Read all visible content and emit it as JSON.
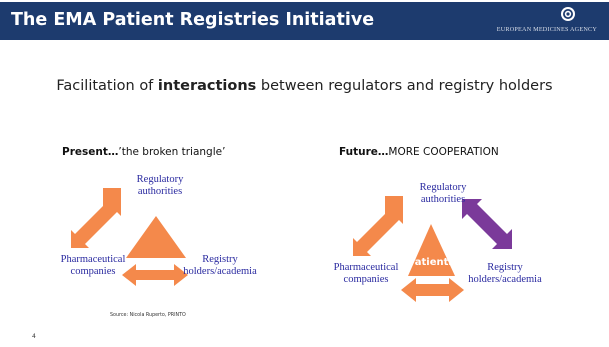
{
  "header": {
    "title": "The EMA Patient Registries Initiative",
    "agency": "EUROPEAN MEDICINES AGENCY"
  },
  "subtitle": {
    "pre": "Facilitation of ",
    "bold": "interactions",
    "post": " between regulators and registry holders"
  },
  "present": {
    "head_bold": "Present…",
    "head_rest": "’the broken triangle’",
    "regulatory": "Regulatory authorities",
    "pharma": "Pharmaceutical companies",
    "registry": "Registry holders/academia",
    "source": "Source:  Nicola Ruperto, PRINTO"
  },
  "future": {
    "head_bold": "Future…",
    "head_rest": "MORE COOPERATION",
    "regulatory": "Regulatory authorities",
    "pharma": "Pharmaceutical companies",
    "registry": "Registry holders/academia",
    "center": "Patients"
  },
  "page_number": "4",
  "colors": {
    "header_bg": "#1d3b6e",
    "arrow_orange": "#f4894b",
    "arrow_purple": "#7b3a9a",
    "label_blue": "#2a2aa0"
  }
}
